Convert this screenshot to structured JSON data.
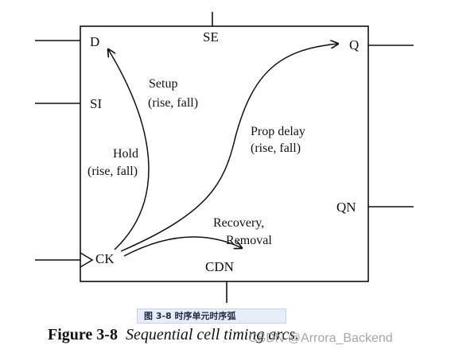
{
  "pins": {
    "d": "D",
    "se": "SE",
    "q": "Q",
    "si": "SI",
    "qn": "QN",
    "ck": "CK",
    "cdn": "CDN"
  },
  "arcs": {
    "setup_line1": "Setup",
    "setup_line2": "(rise, fall)",
    "hold_line1": "Hold",
    "hold_line2": "(rise, fall)",
    "prop_line1": "Prop delay",
    "prop_line2": "(rise, fall)",
    "recovery_line1": "Recovery,",
    "recovery_line2": "Removal"
  },
  "cn_caption": "图 3-8   时序单元时序弧",
  "caption": {
    "number": "Figure 3-8",
    "text": "Sequential cell timing arcs."
  },
  "watermark": "CSDN @Arrora_Backend"
}
